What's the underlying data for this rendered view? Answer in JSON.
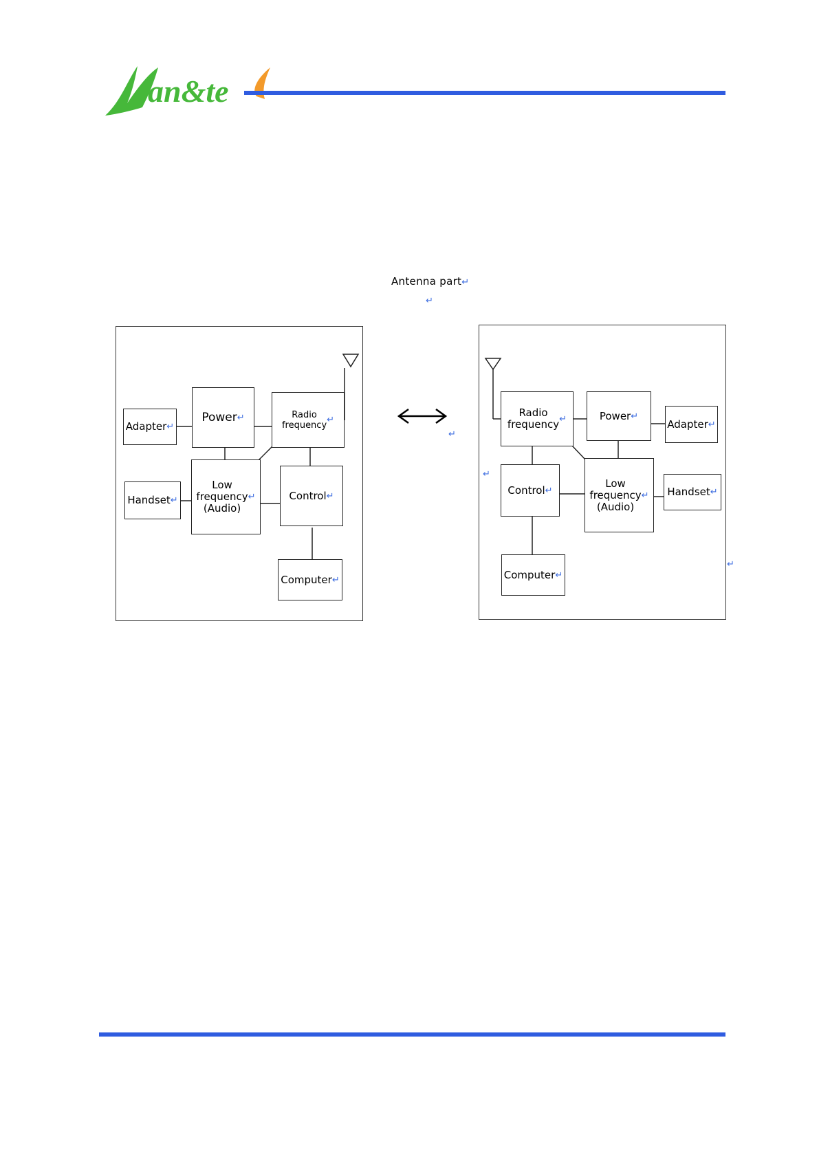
{
  "header": {
    "logo_text": "Man&tel",
    "colors": {
      "rule": "#2f5ce0",
      "logo_green": "#46b83a",
      "logo_orange": "#f39a2a"
    }
  },
  "caption": {
    "label": "Antenna part"
  },
  "para_mark": "↵",
  "left_panel": {
    "adapter": "Adapter",
    "power": "Power",
    "radio": "Radio\nfrequency",
    "handset": "Handset",
    "low": "Low\nfrequency\n(Audio)",
    "control": "Control",
    "computer": "Computer"
  },
  "right_panel": {
    "radio": "Radio\nfrequency",
    "power": "Power",
    "adapter": "Adapter",
    "control": "Control",
    "low": "Low\nfrequency\n(Audio)",
    "handset": "Handset",
    "computer": "Computer"
  }
}
